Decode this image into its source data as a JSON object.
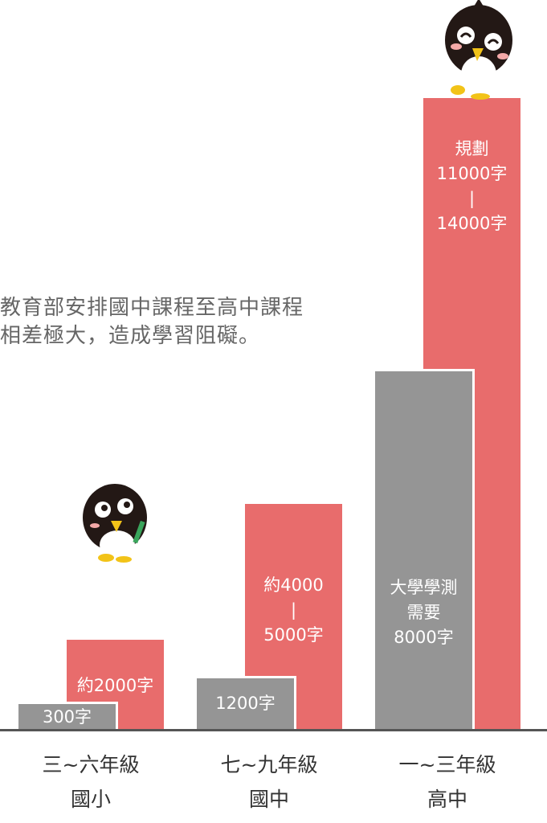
{
  "chart_data": {
    "type": "bar",
    "title": "",
    "annotation": [
      "教育部安排國中課程至高中課程",
      "相差極大，造成學習阻礙。"
    ],
    "categories": [
      [
        "三~六年級",
        "國小"
      ],
      [
        "七~九年級",
        "國中"
      ],
      [
        "一~三年級",
        "高中"
      ]
    ],
    "series": [
      {
        "name": "current",
        "color": "#959595",
        "values": [
          300,
          1200,
          8000
        ],
        "labels": [
          [
            "300字"
          ],
          [
            "1200字"
          ],
          [
            "大學學測",
            "需要",
            "8000字"
          ]
        ]
      },
      {
        "name": "required",
        "color": "#e86c6c",
        "values": [
          2000,
          5000,
          14000
        ],
        "labels": [
          [
            "約2000字"
          ],
          [
            "約4000",
            "|",
            "5000字"
          ],
          [
            "規劃",
            "11000字",
            "|",
            "14000字"
          ]
        ]
      }
    ],
    "ylim": [
      0,
      15300
    ]
  }
}
